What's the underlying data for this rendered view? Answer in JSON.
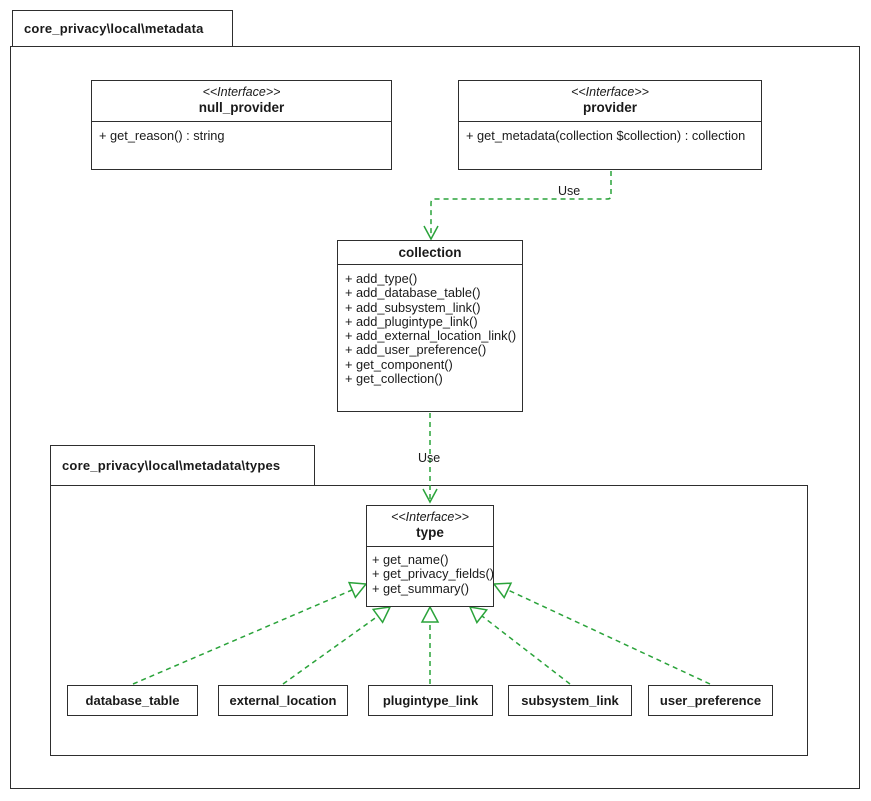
{
  "packages": {
    "outer": {
      "label": "core_privacy\\local\\metadata"
    },
    "types": {
      "label": "core_privacy\\local\\metadata\\types"
    }
  },
  "classes": {
    "null_provider": {
      "stereotype": "<<Interface>>",
      "name": "null_provider",
      "members": [
        "+ get_reason() : string"
      ]
    },
    "provider": {
      "stereotype": "<<Interface>>",
      "name": "provider",
      "members": [
        "+ get_metadata(collection $collection) : collection"
      ]
    },
    "collection": {
      "name": "collection",
      "members": [
        "+ add_type()",
        "+ add_database_table()",
        "+ add_subsystem_link()",
        "+ add_plugintype_link()",
        "+ add_external_location_link()",
        "+ add_user_preference()",
        "+ get_component()",
        "+ get_collection()"
      ]
    },
    "type": {
      "stereotype": "<<Interface>>",
      "name": "type",
      "members": [
        "+ get_name()",
        "+ get_privacy_fields()",
        "+ get_summary()"
      ]
    },
    "leaves": [
      "database_table",
      "external_location",
      "plugintype_link",
      "subsystem_link",
      "user_preference"
    ]
  },
  "edges": {
    "provider_to_collection_label": "Use",
    "collection_to_type_label": "Use"
  },
  "colors": {
    "dependency_green": "#2aa33a",
    "line_dark": "#2e2e2e",
    "background": "#ffffff"
  }
}
